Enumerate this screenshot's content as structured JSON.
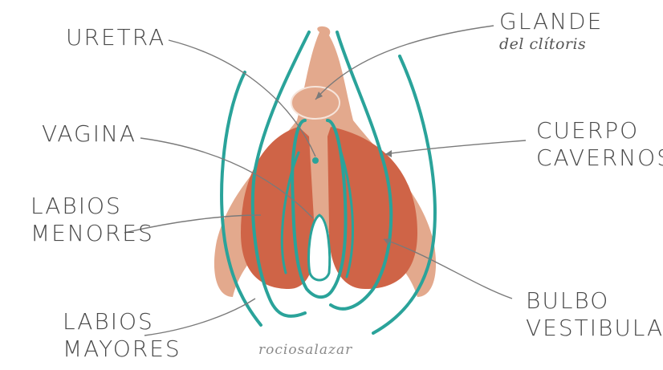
{
  "labels": {
    "uretra": "URETRA",
    "vagina": "VAGINA",
    "labios_menores": [
      "LABIOS",
      "MENORES"
    ],
    "labios_mayores": [
      "LABIOS",
      "MAYORES"
    ],
    "glande": [
      "GLANDE",
      "del clítoris"
    ],
    "cuerpo_cavernoso": [
      "CUERPO",
      "CAVERNOSO"
    ],
    "bulbo_vestibular": [
      "BULBO",
      "VESTIBULAR"
    ]
  },
  "signature": "rociosalazar",
  "colors": {
    "background": "#ffffff",
    "skin": "#e3a98d",
    "bulb": "#cf6447",
    "outline_teal": "#2aa39a",
    "leader_line": "#7a7a7a",
    "text": "#4a4a4a"
  }
}
